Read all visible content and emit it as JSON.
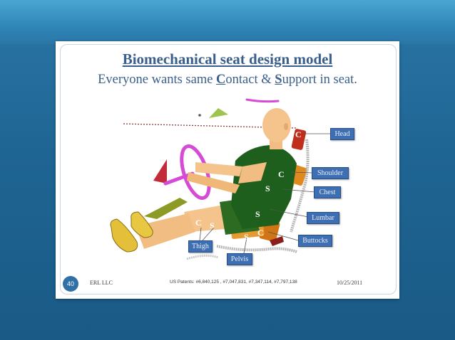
{
  "slide": {
    "title": "Biomechanical seat design model",
    "subtitle_parts": [
      "Everyone wants same ",
      "C",
      "ontact & ",
      "S",
      "upport in seat."
    ],
    "footer": {
      "page_number": "40",
      "company": "ERL LLC",
      "patents": "US Patents: #6,840,125 , #7,047,831, #7,347,114, #7,797,138",
      "date": "10/25/2011"
    }
  },
  "labels": {
    "head": "Head",
    "shoulder": "Shoulder",
    "chest": "Chest",
    "lumbar": "Lumbar",
    "buttocks": "Buttocks",
    "thigh": "Thigh",
    "pelvis": "Pelvis"
  },
  "marks": {
    "c": "C",
    "s": "S"
  },
  "colors": {
    "title": "#3a5f8c",
    "tag_fill": "#3f6fb3",
    "seat_pad": "#e0891f",
    "shirt": "#1e5f1e",
    "skin": "#f4c48c",
    "steering_wheel": "#d64bd6"
  }
}
